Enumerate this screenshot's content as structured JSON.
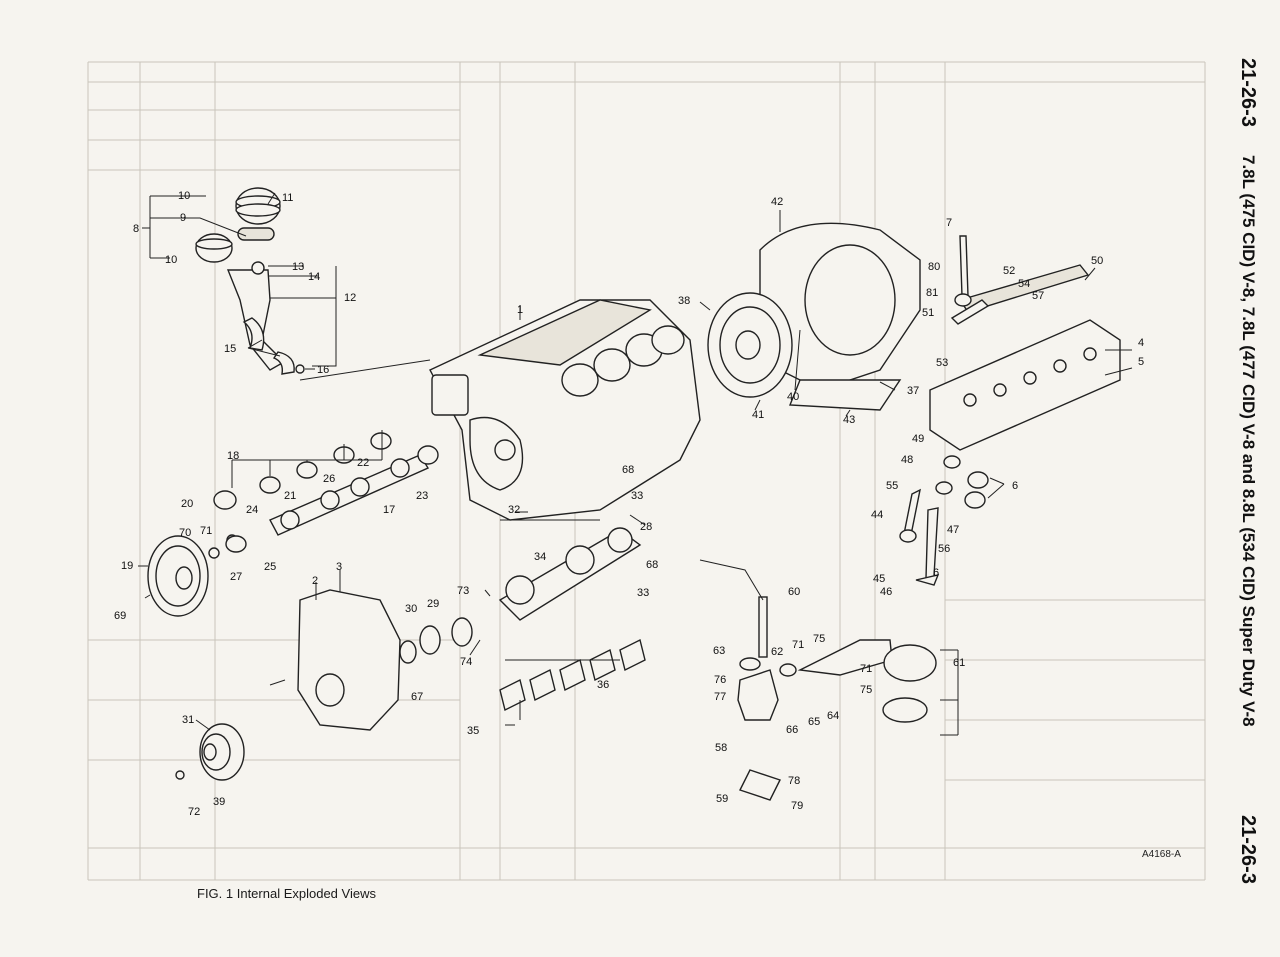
{
  "caption": "FIG. 1 Internal Exploded Views",
  "figure_code": "A4168-A",
  "side_header": {
    "page_top": "21-26-3",
    "title": "7.8L (475 CID) V-8, 7.8L (477 CID) V-8 and 8.8L (534 CID) Super Duty V-8",
    "page_bottom": "21-26-3"
  },
  "callouts": [
    {
      "id": "c1",
      "text": "1"
    },
    {
      "id": "c2",
      "text": "2"
    },
    {
      "id": "c3",
      "text": "3"
    },
    {
      "id": "c4",
      "text": "4"
    },
    {
      "id": "c5",
      "text": "5"
    },
    {
      "id": "c6a",
      "text": "6"
    },
    {
      "id": "c6b",
      "text": "6"
    },
    {
      "id": "c7",
      "text": "7"
    },
    {
      "id": "c8",
      "text": "8"
    },
    {
      "id": "c9",
      "text": "9"
    },
    {
      "id": "c10a",
      "text": "10"
    },
    {
      "id": "c10b",
      "text": "10"
    },
    {
      "id": "c11",
      "text": "11"
    },
    {
      "id": "c12",
      "text": "12"
    },
    {
      "id": "c13",
      "text": "13"
    },
    {
      "id": "c14",
      "text": "14"
    },
    {
      "id": "c15",
      "text": "15"
    },
    {
      "id": "c16",
      "text": "16"
    },
    {
      "id": "c17",
      "text": "17"
    },
    {
      "id": "c18",
      "text": "18"
    },
    {
      "id": "c19",
      "text": "19"
    },
    {
      "id": "c20",
      "text": "20"
    },
    {
      "id": "c21",
      "text": "21"
    },
    {
      "id": "c22",
      "text": "22"
    },
    {
      "id": "c23",
      "text": "23"
    },
    {
      "id": "c24",
      "text": "24"
    },
    {
      "id": "c25",
      "text": "25"
    },
    {
      "id": "c26",
      "text": "26"
    },
    {
      "id": "c27",
      "text": "27"
    },
    {
      "id": "c28",
      "text": "28"
    },
    {
      "id": "c29",
      "text": "29"
    },
    {
      "id": "c30",
      "text": "30"
    },
    {
      "id": "c31",
      "text": "31"
    },
    {
      "id": "c32",
      "text": "32"
    },
    {
      "id": "c33a",
      "text": "33"
    },
    {
      "id": "c33b",
      "text": "33"
    },
    {
      "id": "c34",
      "text": "34"
    },
    {
      "id": "c35",
      "text": "35"
    },
    {
      "id": "c36",
      "text": "36"
    },
    {
      "id": "c37",
      "text": "37"
    },
    {
      "id": "c38",
      "text": "38"
    },
    {
      "id": "c39",
      "text": "39"
    },
    {
      "id": "c40",
      "text": "40"
    },
    {
      "id": "c41",
      "text": "41"
    },
    {
      "id": "c42",
      "text": "42"
    },
    {
      "id": "c43",
      "text": "43"
    },
    {
      "id": "c44",
      "text": "44"
    },
    {
      "id": "c45",
      "text": "45"
    },
    {
      "id": "c46",
      "text": "46"
    },
    {
      "id": "c47",
      "text": "47"
    },
    {
      "id": "c48",
      "text": "48"
    },
    {
      "id": "c49",
      "text": "49"
    },
    {
      "id": "c50",
      "text": "50"
    },
    {
      "id": "c51",
      "text": "51"
    },
    {
      "id": "c52",
      "text": "52"
    },
    {
      "id": "c53",
      "text": "53"
    },
    {
      "id": "c54",
      "text": "54"
    },
    {
      "id": "c55",
      "text": "55"
    },
    {
      "id": "c56",
      "text": "56"
    },
    {
      "id": "c57",
      "text": "57"
    },
    {
      "id": "c58",
      "text": "58"
    },
    {
      "id": "c59",
      "text": "59"
    },
    {
      "id": "c60",
      "text": "60"
    },
    {
      "id": "c61",
      "text": "61"
    },
    {
      "id": "c62",
      "text": "62"
    },
    {
      "id": "c63",
      "text": "63"
    },
    {
      "id": "c64",
      "text": "64"
    },
    {
      "id": "c65",
      "text": "65"
    },
    {
      "id": "c66",
      "text": "66"
    },
    {
      "id": "c67",
      "text": "67"
    },
    {
      "id": "c68a",
      "text": "68"
    },
    {
      "id": "c68b",
      "text": "68"
    },
    {
      "id": "c69",
      "text": "69"
    },
    {
      "id": "c70",
      "text": "70"
    },
    {
      "id": "c71a",
      "text": "71"
    },
    {
      "id": "c71b",
      "text": "71"
    },
    {
      "id": "c71c",
      "text": "71"
    },
    {
      "id": "c72",
      "text": "72"
    },
    {
      "id": "c73",
      "text": "73"
    },
    {
      "id": "c74",
      "text": "74"
    },
    {
      "id": "c75a",
      "text": "75"
    },
    {
      "id": "c75b",
      "text": "75"
    },
    {
      "id": "c76",
      "text": "76"
    },
    {
      "id": "c77",
      "text": "77"
    },
    {
      "id": "c78",
      "text": "78"
    },
    {
      "id": "c79",
      "text": "79"
    },
    {
      "id": "c80",
      "text": "80"
    },
    {
      "id": "c81",
      "text": "81"
    }
  ]
}
